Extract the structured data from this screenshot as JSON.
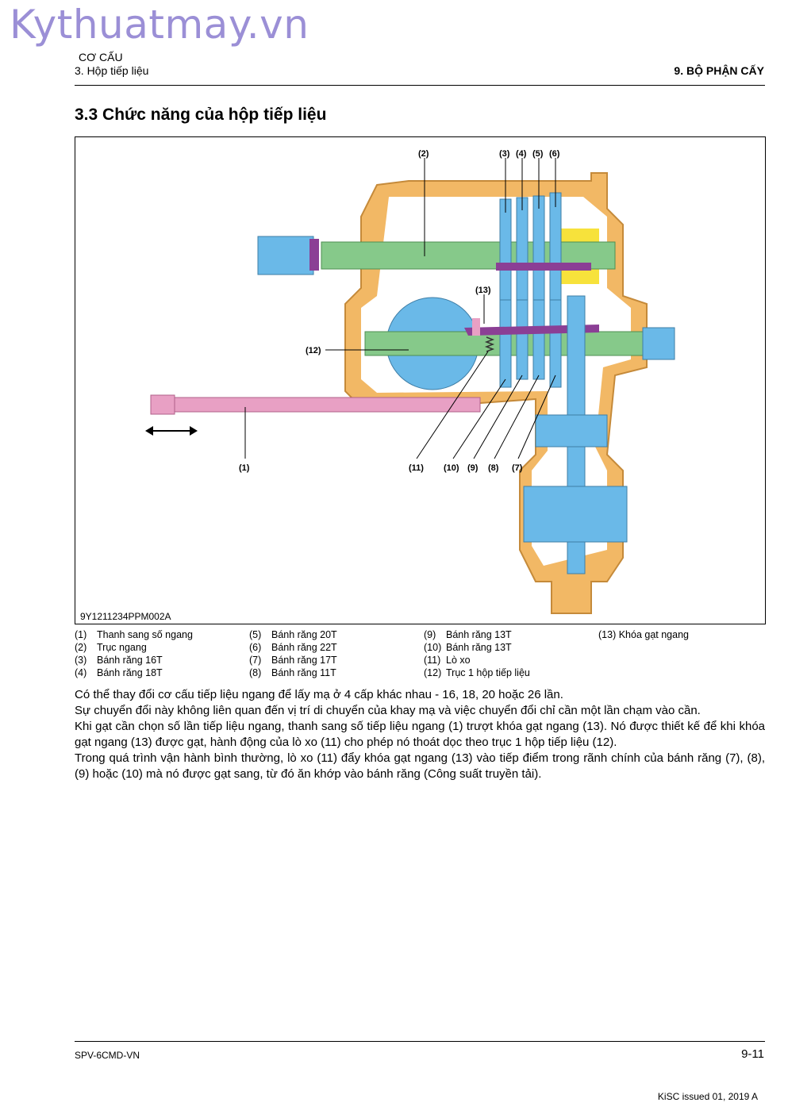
{
  "watermark": "Kythuatmay.vn",
  "header": {
    "line1": "CƠ CẤU",
    "line2": "3. Hộp tiếp liệu",
    "right": "9. BỘ PHẬN CẤY"
  },
  "section_title": "3.3 Chức năng của hộp tiếp liệu",
  "figure": {
    "code": "9Y1211234PPM002A",
    "callouts": {
      "c1": "(1)",
      "c2": "(2)",
      "c3": "(3)",
      "c4": "(4)",
      "c5": "(5)",
      "c6": "(6)",
      "c7": "(7)",
      "c8": "(8)",
      "c9": "(9)",
      "c10": "(10)",
      "c11": "(11)",
      "c12": "(12)",
      "c13": "(13)"
    }
  },
  "legend": {
    "col1": [
      {
        "num": "(1)",
        "label": "Thanh sang số ngang"
      },
      {
        "num": "(2)",
        "label": "Trục ngang"
      },
      {
        "num": "(3)",
        "label": "Bánh răng 16T"
      },
      {
        "num": "(4)",
        "label": "Bánh răng 18T"
      }
    ],
    "col2": [
      {
        "num": "(5)",
        "label": "Bánh răng 20T"
      },
      {
        "num": "(6)",
        "label": "Bánh răng 22T"
      },
      {
        "num": "(7)",
        "label": "Bánh răng 17T"
      },
      {
        "num": "(8)",
        "label": "Bánh răng 11T"
      }
    ],
    "col3": [
      {
        "num": "(9)",
        "label": "Bánh răng 13T"
      },
      {
        "num": "(10)",
        "label": "Bánh răng 13T"
      },
      {
        "num": "(11)",
        "label": "Lò xo"
      },
      {
        "num": "(12)",
        "label": "Trục 1 hộp tiếp liệu"
      }
    ],
    "col4": [
      {
        "num": "(13)",
        "label": "Khóa gạt ngang"
      }
    ]
  },
  "body": {
    "p1": "Có thể thay đổi cơ cấu tiếp liệu ngang để lấy mạ ở 4 cấp khác nhau - 16, 18, 20 hoặc 26 lần.",
    "p2": "Sự chuyển đổi này không liên quan đến vị trí di chuyển của khay mạ và việc chuyển đổi chỉ cần một lần chạm vào cần.",
    "p3": "Khi gạt cần chọn số lần tiếp liệu ngang, thanh sang số tiếp liệu ngang (1) trượt khóa gạt ngang (13). Nó được thiết kế để khi khóa gạt ngang (13) được gạt, hành động của lò xo (11) cho phép nó thoát dọc theo trục 1 hộp tiếp liệu (12).",
    "p4": "Trong quá trình vận hành bình thường, lò xo (11) đẩy khóa gạt ngang (13) vào tiếp điểm trong rãnh chính của bánh răng (7), (8), (9) hoặc (10) mà nó được gạt sang, từ đó ăn khớp vào bánh răng (Công suất truyền tải)."
  },
  "footer": {
    "doc": "SPV-6CMD-VN",
    "page": "9-11",
    "issued": "KiSC issued 01, 2019 A"
  },
  "colors": {
    "housing": "#f2b865",
    "shaft": "#86c98a",
    "gear": "#6ab9e8",
    "lock": "#8b3f95",
    "shifter": "#e8a0c4",
    "yellow": "#f7e23b"
  }
}
